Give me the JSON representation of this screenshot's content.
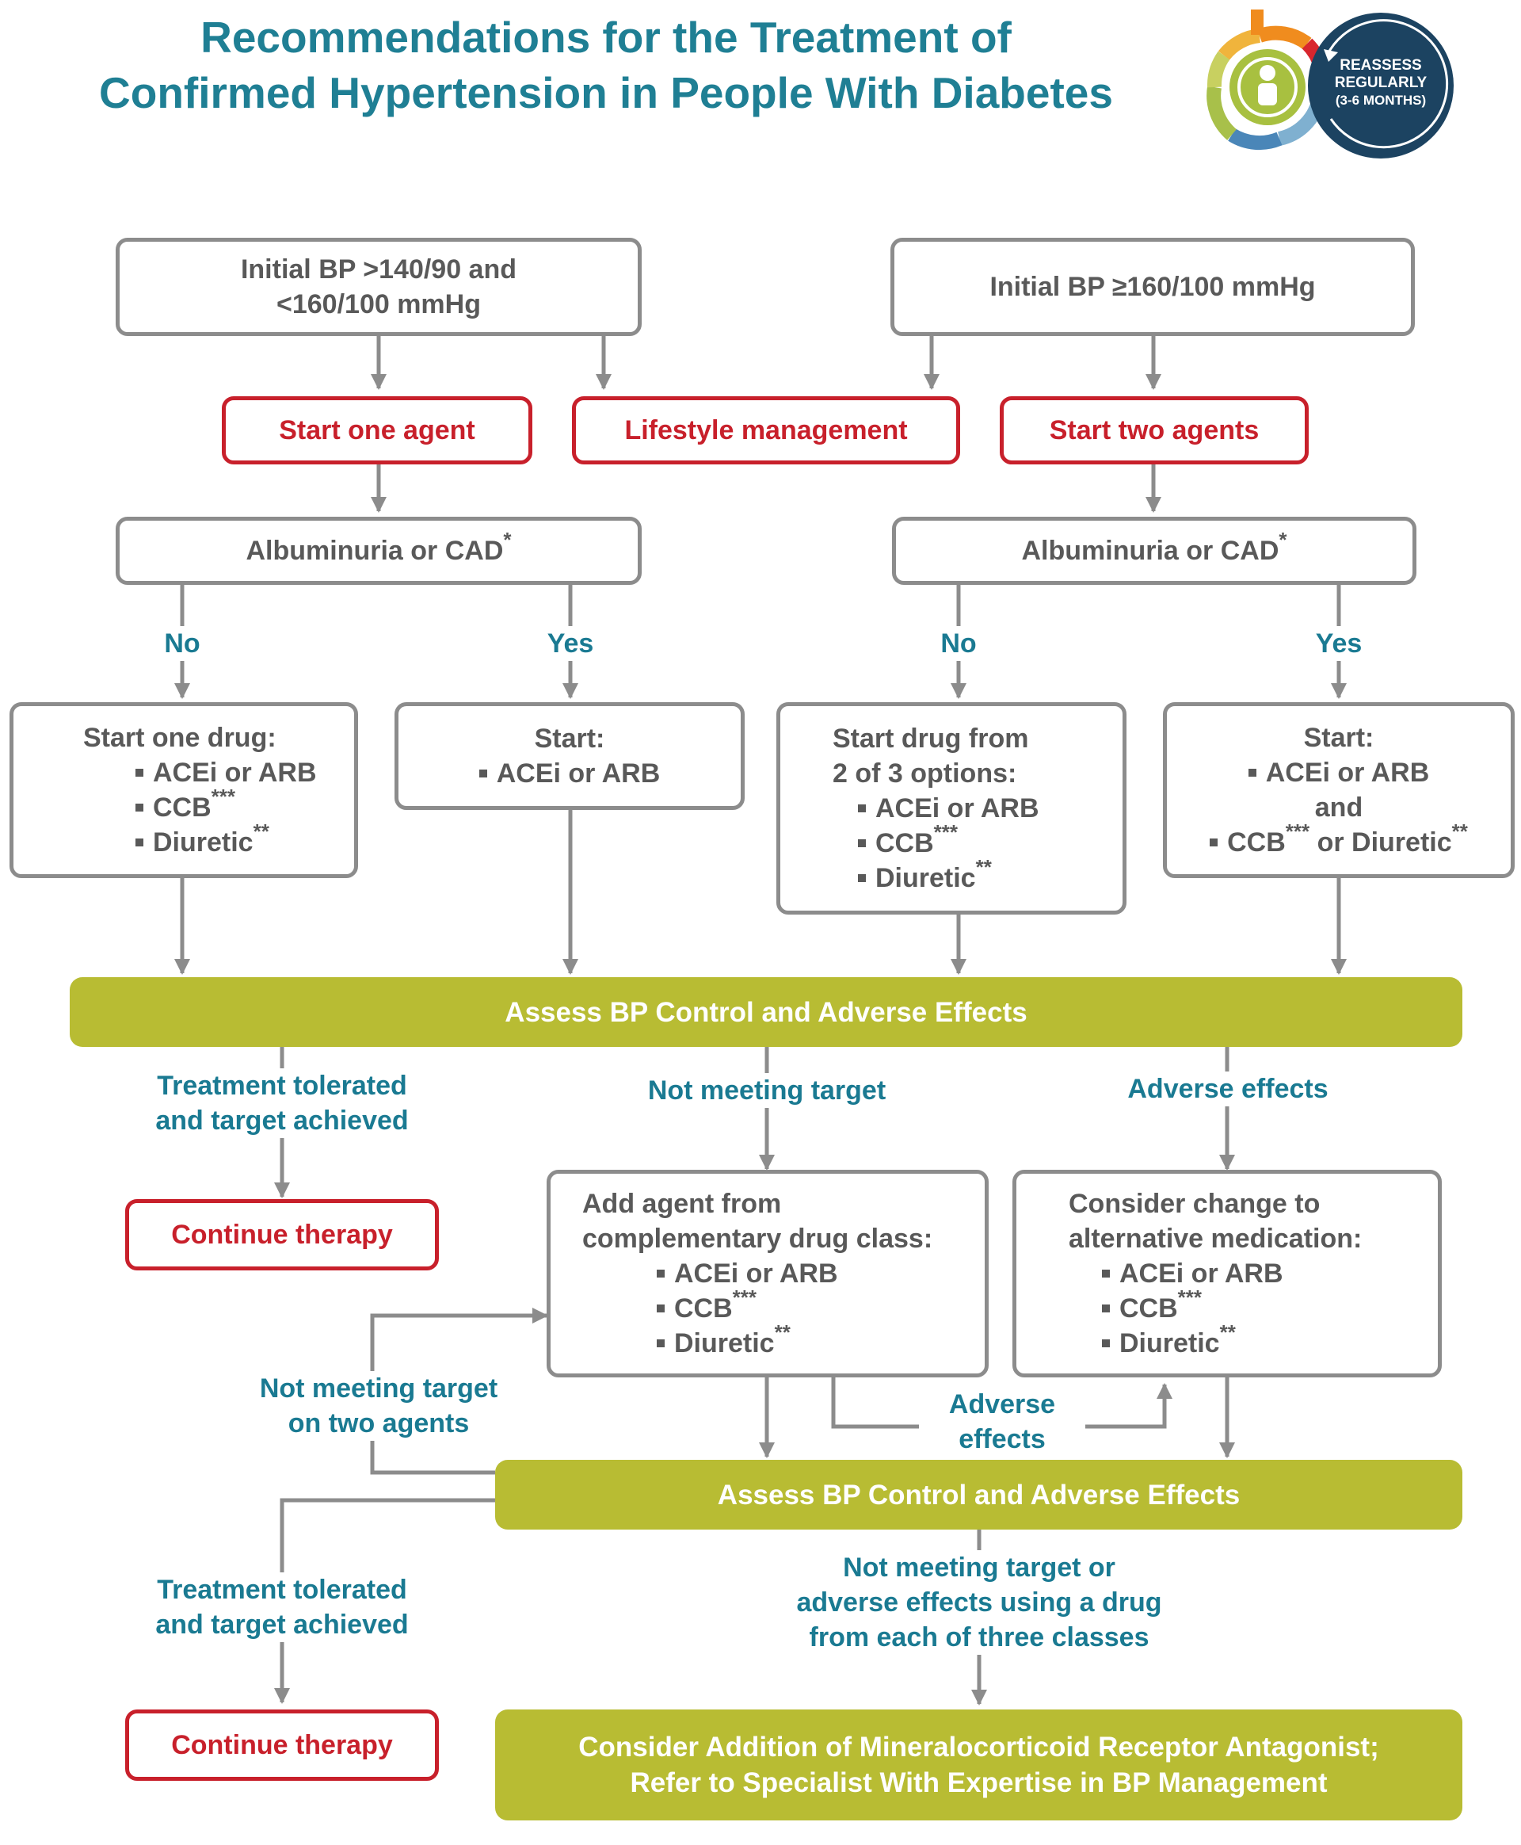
{
  "title": {
    "line1": "Recommendations for the Treatment of",
    "line2": "Confirmed Hypertension in People With Diabetes"
  },
  "badge": {
    "line1": "REASSESS",
    "line2": "REGULARLY",
    "line3": "(3-6 MONTHS)",
    "icon": "person-cycle-icon"
  },
  "initial": {
    "left_line1": "Initial BP >140/90 and",
    "left_line2": "<160/100 mmHg",
    "right": "Initial BP ≥160/100 mmHg"
  },
  "actions": {
    "start_one": "Start one agent",
    "lifestyle": "Lifestyle management",
    "start_two": "Start two agents"
  },
  "albuminuria": {
    "text": "Albuminuria or CAD",
    "mark": "*"
  },
  "branch": {
    "no": "No",
    "yes": "Yes"
  },
  "drug_boxes": {
    "b1": {
      "head": "Start one drug:",
      "items": [
        "ACEi or ARB",
        "CCB",
        "Diuretic"
      ]
    },
    "b2": {
      "head": "Start:",
      "items": [
        "ACEi or ARB"
      ]
    },
    "b3": {
      "head1": "Start drug from",
      "head2": "2 of 3 options:",
      "items": [
        "ACEi or ARB",
        "CCB",
        "Diuretic"
      ]
    },
    "b4": {
      "head": "Start:",
      "item1": "ACEi or ARB",
      "and": "and",
      "item2a": "CCB",
      "item2b": " or Diuretic"
    },
    "ccb_mark": "***",
    "diuretic_mark": "**"
  },
  "assess": "Assess BP Control and Adverse Effects",
  "outcomes": {
    "tolerated_line1": "Treatment tolerated",
    "tolerated_line2": "and target achieved",
    "not_meeting": "Not meeting target",
    "adverse": "Adverse effects",
    "adverse_line1": "Adverse",
    "adverse_line2": "effects",
    "two_agents_line1": "Not meeting target",
    "two_agents_line2": "on two agents",
    "three_line1": "Not meeting target or",
    "three_line2": "adverse effects using a drug",
    "three_line3": "from each of three classes"
  },
  "continue": "Continue therapy",
  "add_agent": {
    "head1": "Add agent from",
    "head2": "complementary drug class:",
    "items": [
      "ACEi or ARB",
      "CCB",
      "Diuretic"
    ]
  },
  "change": {
    "head1": "Consider change to",
    "head2": "alternative medication:",
    "items": [
      "ACEi or ARB",
      "CCB",
      "Diuretic"
    ]
  },
  "final": {
    "line1": "Consider Addition of Mineralocorticoid Receptor Antagonist;",
    "line2": "Refer to Specialist With Expertise in BP Management"
  },
  "colors": {
    "teal": "#1a7a92",
    "red": "#c8202b",
    "olive": "#b8bc33",
    "gray": "#8c8c8c",
    "navy": "#1c4361"
  }
}
